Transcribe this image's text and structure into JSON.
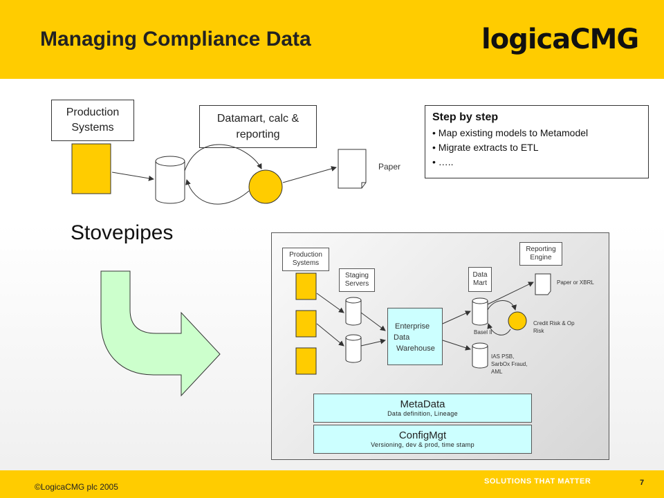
{
  "header": {
    "title": "Managing Compliance Data",
    "logo_text": "logicaCMG",
    "color": "#ffcc00"
  },
  "top_diagram": {
    "production_label": "Production Systems",
    "datamart_label": "Datamart, calc & reporting",
    "paper_label": "Paper"
  },
  "steps": {
    "heading": "Step by step",
    "items": [
      "Map existing models to Metamodel",
      "Migrate extracts to ETL",
      "….."
    ]
  },
  "stovepipes_label": "Stovepipes",
  "lower_diagram": {
    "production_label": "Production Systems",
    "staging_label": "Staging Servers",
    "ewh_lines": [
      "Enterprise",
      "Data",
      "Warehouse"
    ],
    "datamart_label": "Data Mart",
    "reporting_label": "Reporting Engine",
    "paper_label": "Paper or XBRL",
    "credit_label": "Credit Risk & Op Risk",
    "basel_label": "Basel II",
    "ias_label": "IAS PSB, SarbOx Fraud, AML",
    "metadata_title": "MetaData",
    "metadata_sub": "Data definition, Lineage",
    "config_title": "ConfigMgt",
    "config_sub": "Versioning, dev & prod, time stamp"
  },
  "colors": {
    "node_fill": "#ffcc00",
    "meta_fill": "#ccffff",
    "arrow_fill": "#ccffcc"
  },
  "footer": {
    "copyright": "©LogicaCMG plc 2005",
    "tagline": "SOLUTIONS THAT MATTER",
    "page": "7"
  }
}
